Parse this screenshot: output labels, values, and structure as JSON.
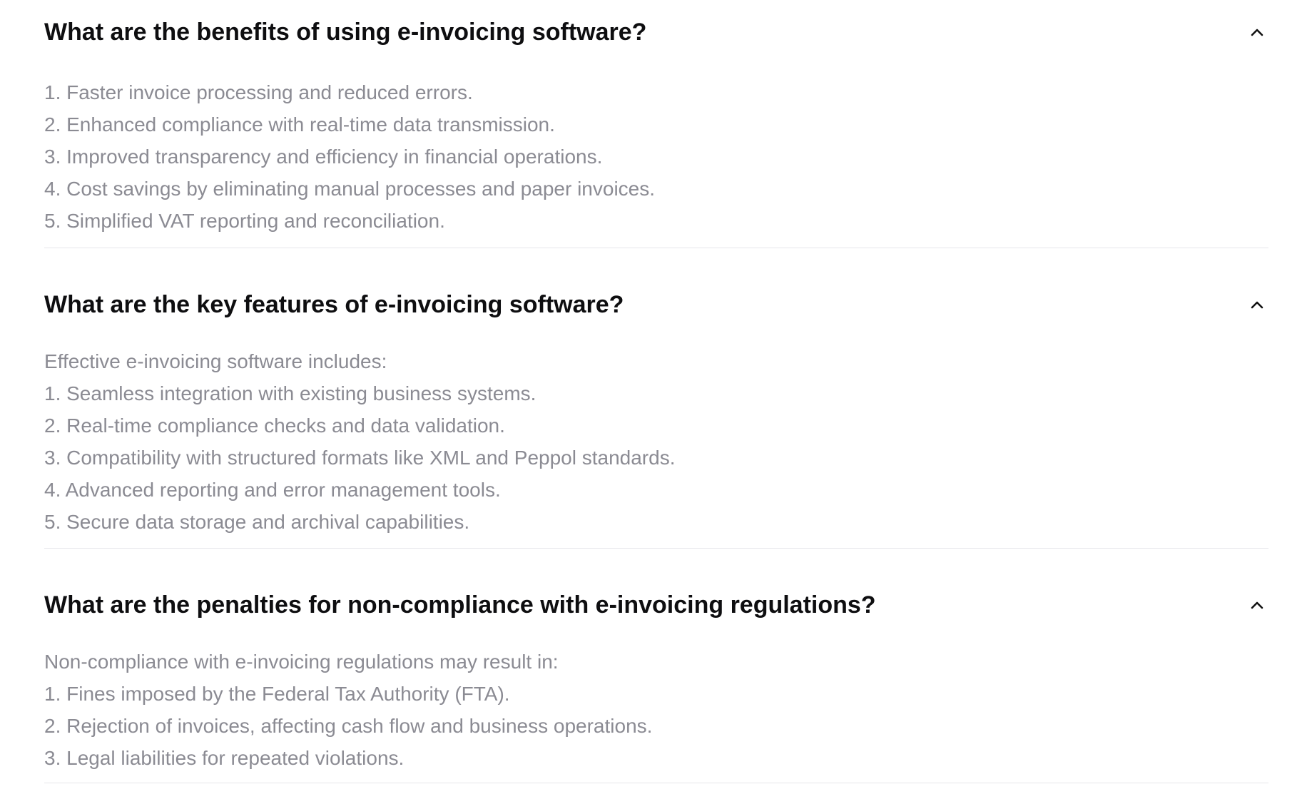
{
  "faq": {
    "items": [
      {
        "question": "What are the benefits of using e-invoicing software?",
        "expanded": true,
        "answer_lines": [
          "1. Faster invoice processing and reduced errors.",
          "2. Enhanced compliance with real-time data transmission.",
          "3. Improved transparency and efficiency in financial operations.",
          "4. Cost savings by eliminating manual processes and paper invoices.",
          "5. Simplified VAT reporting and reconciliation."
        ]
      },
      {
        "question": "What are the key features of e-invoicing software?",
        "expanded": true,
        "answer_lines": [
          "Effective e-invoicing software includes:",
          "1. Seamless integration with existing business systems.",
          "2. Real-time compliance checks and data validation.",
          "3. Compatibility with structured formats like XML and Peppol standards.",
          "4. Advanced reporting and error management tools.",
          "5. Secure data storage and archival capabilities."
        ]
      },
      {
        "question": "What are the penalties for non-compliance with e-invoicing regulations?",
        "expanded": true,
        "answer_lines": [
          "Non-compliance with e-invoicing regulations may result in:",
          "1. Fines imposed by the Federal Tax Authority (FTA).",
          "2. Rejection of invoices, affecting cash flow and business operations.",
          "3. Legal liabilities for repeated violations."
        ]
      }
    ],
    "icons": {
      "toggle": "chevron-up-icon"
    },
    "colors": {
      "question_text": "#0e0e10",
      "answer_text": "#8b8b93",
      "divider": "#e6e6ea",
      "background": "#ffffff"
    }
  }
}
